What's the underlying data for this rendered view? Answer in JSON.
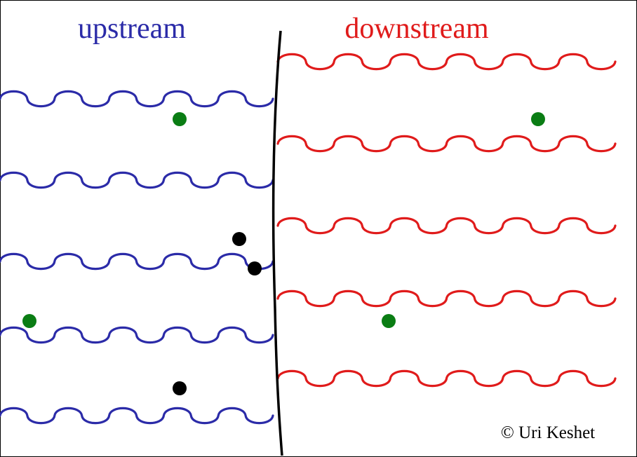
{
  "labels": {
    "upstream": "upstream",
    "downstream": "downstream",
    "credit": "© Uri Keshet"
  },
  "colors": {
    "upstream": "#2b2ba8",
    "downstream": "#e01b1b",
    "shock": "#000000",
    "green_particle": "#0a7d14",
    "black_particle": "#000000",
    "frame": "#000000",
    "background": "#ffffff"
  },
  "upstream_waves": {
    "count": 5,
    "periods_per_line": 5
  },
  "downstream_waves": {
    "count": 5,
    "periods_per_line": 6
  },
  "particles": {
    "green_count": 4,
    "black_count": 3
  }
}
